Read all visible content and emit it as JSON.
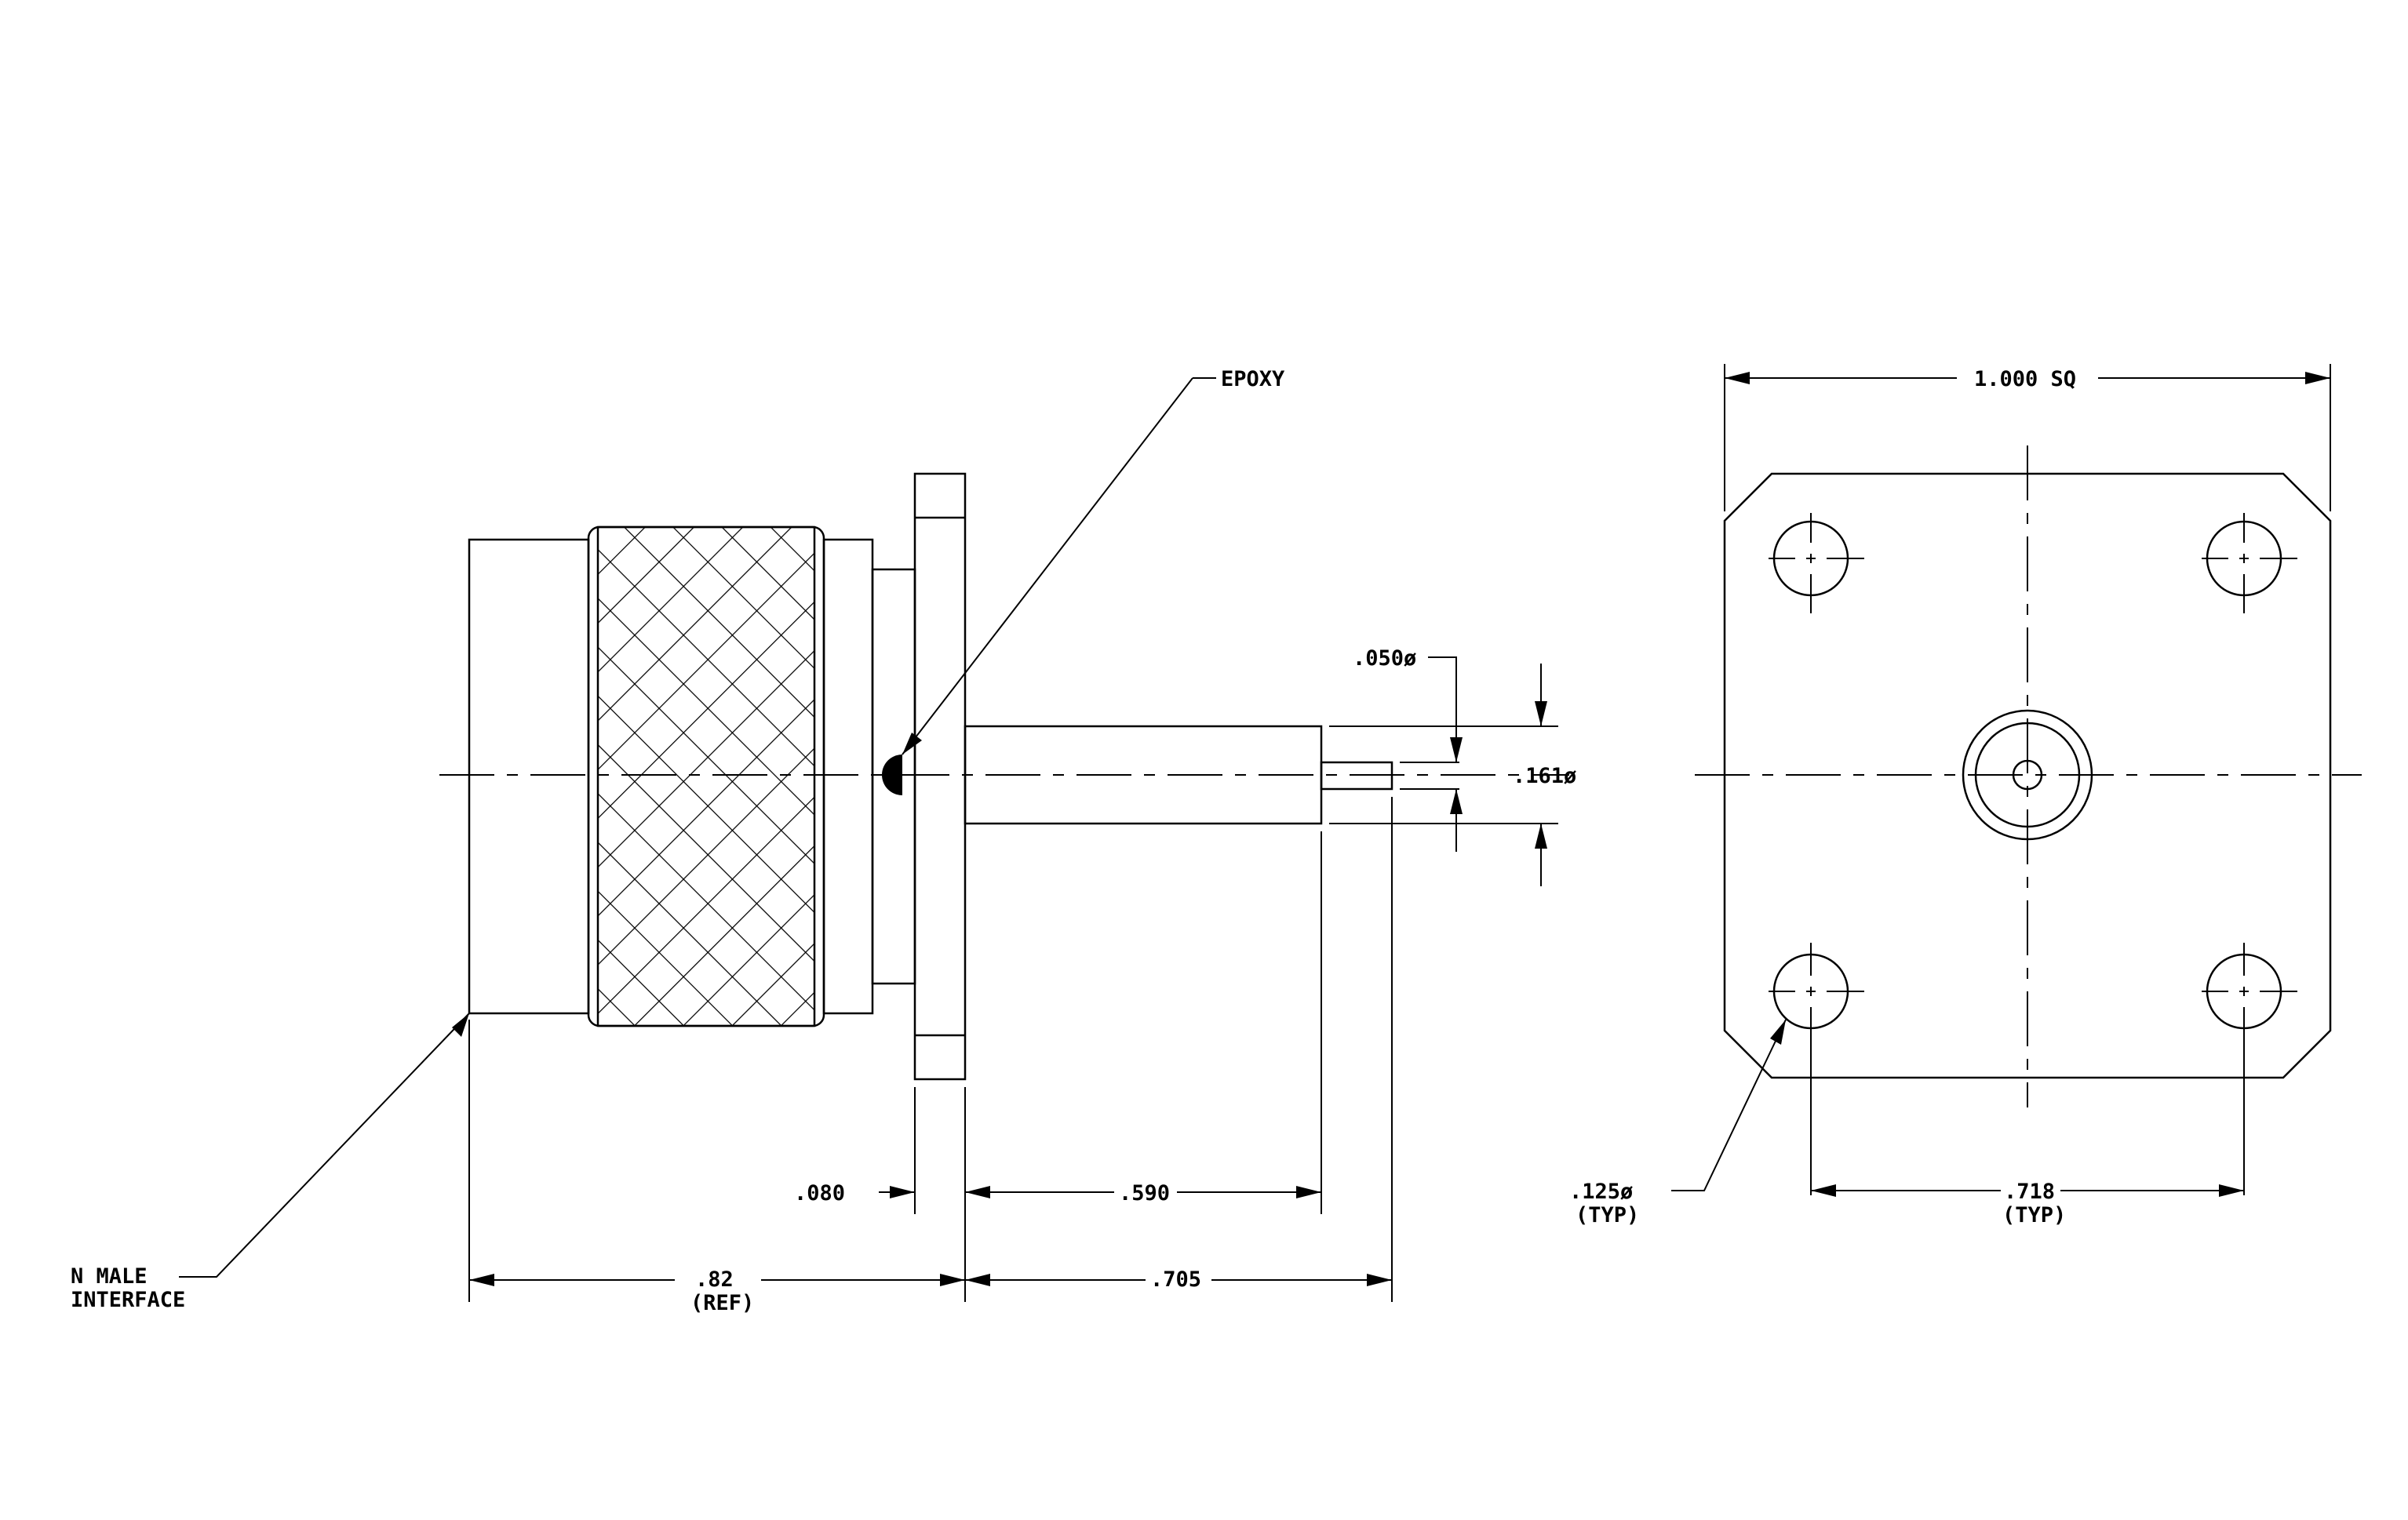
{
  "labels": {
    "epoxy": "EPOXY",
    "interface_line1": "N MALE",
    "interface_line2": "INTERFACE",
    "sq_width": "1.000 SQ",
    "pin_dia": ".050ø",
    "body_dia": ".161ø",
    "flange_thk": ".080",
    "body_len": ".590",
    "overall_len": ".82",
    "ref": "(REF)",
    "pin_len": ".705",
    "hole_dia": ".125ø",
    "hole_typ": "(TYP)",
    "hole_spacing": ".718",
    "spacing_typ": "(TYP)"
  },
  "colors": {
    "line": "#000000",
    "background": "#ffffff"
  }
}
